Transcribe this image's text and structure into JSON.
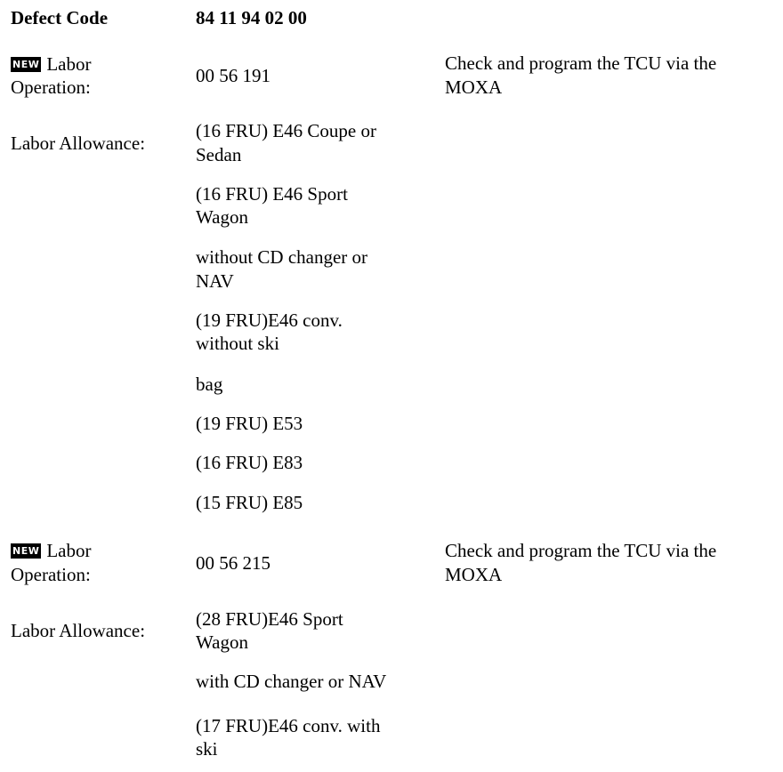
{
  "header": {
    "label": "Defect Code",
    "value": "84 11 94 02 00"
  },
  "badge": "NEW",
  "groups": [
    {
      "operation_label_line1": "Labor",
      "operation_label_line2": "Operation:",
      "operation_code": "00 56 191",
      "description_line1": "Check and program the TCU via the",
      "description_line2": "MOXA",
      "allowance_label": "Labor Allowance:",
      "allowance_lines": [
        "(16 FRU) E46 Coupe or",
        "Sedan",
        "(16 FRU) E46 Sport",
        "Wagon",
        "without CD changer or",
        "NAV",
        "(19 FRU)E46 conv.",
        "without ski",
        "bag",
        "(19 FRU) E53",
        "(16 FRU) E83",
        "(15 FRU) E85"
      ]
    },
    {
      "operation_label_line1": "Labor",
      "operation_label_line2": "Operation:",
      "operation_code": "00 56 215",
      "description_line1": "Check and program the TCU via the",
      "description_line2": "MOXA",
      "allowance_label": "Labor Allowance:",
      "allowance_lines": [
        "(28 FRU)E46 Sport",
        "Wagon",
        "with CD changer or NAV",
        "(17 FRU)E46 conv. with",
        "ski"
      ]
    }
  ]
}
